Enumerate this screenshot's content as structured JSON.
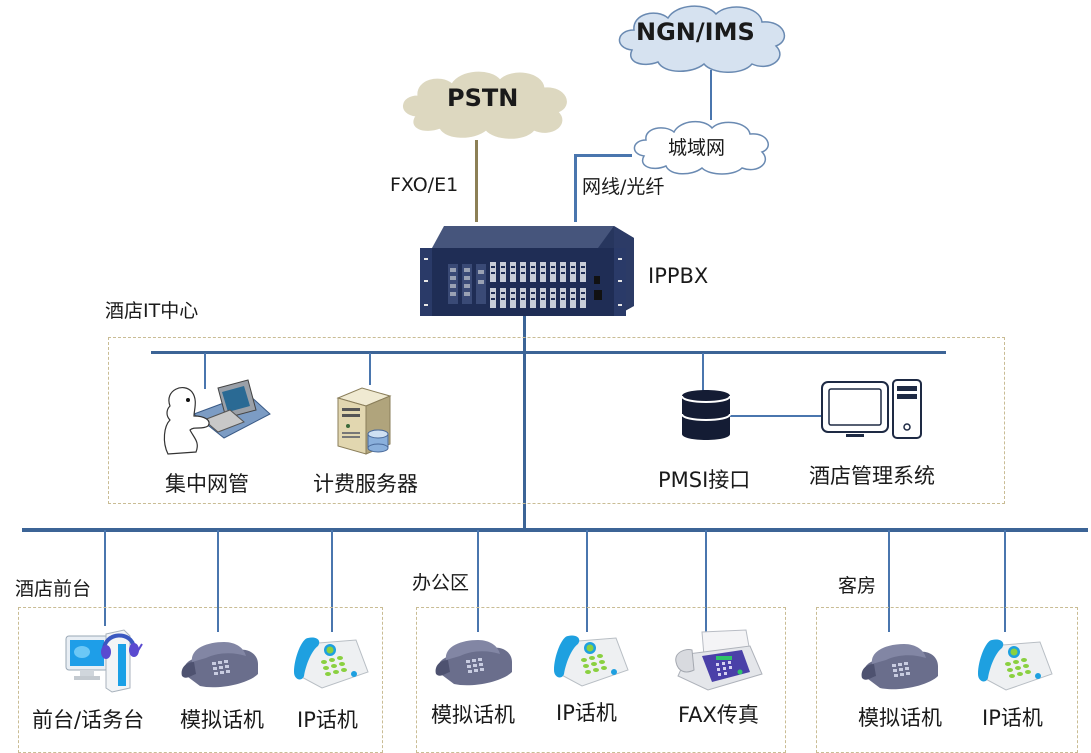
{
  "networks": {
    "pstn": "PSTN",
    "ngn_ims": "NGN/IMS",
    "metro": "城域网"
  },
  "links": {
    "pstn_link": "FXO/E1",
    "metro_link": "网线/光纤"
  },
  "core": {
    "ippbx": "IPPBX"
  },
  "it_center": {
    "title": "酒店IT中心",
    "items": [
      {
        "label": "集中网管",
        "icon": "network-management-workstation-icon"
      },
      {
        "label": "计费服务器",
        "icon": "billing-server-icon"
      },
      {
        "label": "PMSI接口",
        "icon": "database-icon"
      },
      {
        "label": "酒店管理系统",
        "icon": "desktop-computer-icon"
      }
    ]
  },
  "zones": [
    {
      "title": "酒店前台",
      "items": [
        {
          "label": "前台/话务台",
          "icon": "operator-console-icon"
        },
        {
          "label": "模拟话机",
          "icon": "analog-phone-icon"
        },
        {
          "label": "IP话机",
          "icon": "ip-phone-icon"
        }
      ]
    },
    {
      "title": "办公区",
      "items": [
        {
          "label": "模拟话机",
          "icon": "analog-phone-icon"
        },
        {
          "label": "IP话机",
          "icon": "ip-phone-icon"
        },
        {
          "label": "FAX传真",
          "icon": "fax-icon"
        }
      ]
    },
    {
      "title": "客房",
      "items": [
        {
          "label": "模拟话机",
          "icon": "analog-phone-icon"
        },
        {
          "label": "IP话机",
          "icon": "ip-phone-icon"
        }
      ]
    }
  ],
  "colors": {
    "bus_line": "#3c6496",
    "drop_line": "#4a76ae",
    "pstn_link_line": "#8c8056",
    "pstn_cloud": "#ddd8c0",
    "ngn_cloud": "#d6e2f0",
    "metro_cloud": "#ffffff",
    "zone_border": "#c9bc94"
  }
}
